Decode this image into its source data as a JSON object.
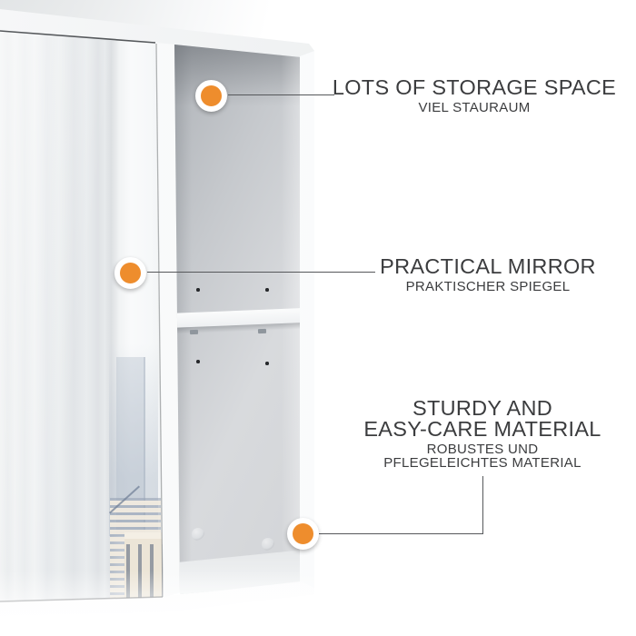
{
  "callouts": [
    {
      "id": "storage-space",
      "title_lines": [
        "LOTS OF STORAGE SPACE"
      ],
      "subtitle_lines": [
        "VIEL STAURAUM"
      ]
    },
    {
      "id": "mirror",
      "title_lines": [
        "PRACTICAL MIRROR"
      ],
      "subtitle_lines": [
        "PRAKTISCHER SPIEGEL"
      ]
    },
    {
      "id": "material",
      "title_lines": [
        "STURDY AND",
        "EASY-CARE MATERIAL"
      ],
      "subtitle_lines": [
        "ROBUSTES UND",
        "PFLEGELEICHTES MATERIAL"
      ]
    }
  ],
  "colors": {
    "accent": "#EE8D2D",
    "text": "#3B3C3E",
    "leader_line": "#56585B"
  }
}
